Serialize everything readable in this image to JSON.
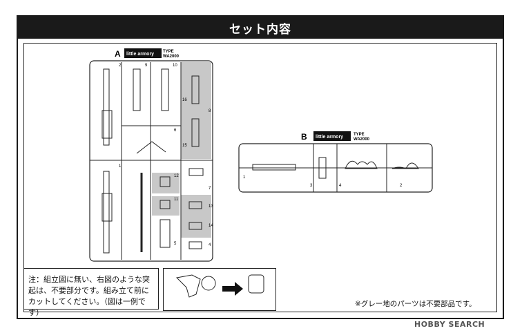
{
  "header": {
    "title": "セット内容"
  },
  "sprue_a": {
    "letter": "A",
    "logo_text": "little armory",
    "type_label": "TYPE",
    "type_value": "WA2000",
    "part_numbers": [
      "2",
      "9",
      "10",
      "16",
      "8",
      "15",
      "6",
      "1",
      "12",
      "7",
      "11",
      "13",
      "14",
      "5",
      "4"
    ]
  },
  "sprue_b": {
    "letter": "B",
    "logo_text": "little armory",
    "type_label": "TYPE",
    "type_value": "WA2000",
    "part_numbers": [
      "1",
      "3",
      "4",
      "2"
    ]
  },
  "notes": {
    "cut_note": "注：組立図に無い、右図のような突起は、不要部分です。組み立て前にカットしてください。（図は一例です）",
    "gray_parts_note": "※グレー地のパーツは不要部品です。"
  },
  "watermark": {
    "text": "HOBBY SEARCH"
  },
  "colors": {
    "header_bg": "#1a1a1a",
    "gray_part_bg": "#c8c8c8"
  }
}
